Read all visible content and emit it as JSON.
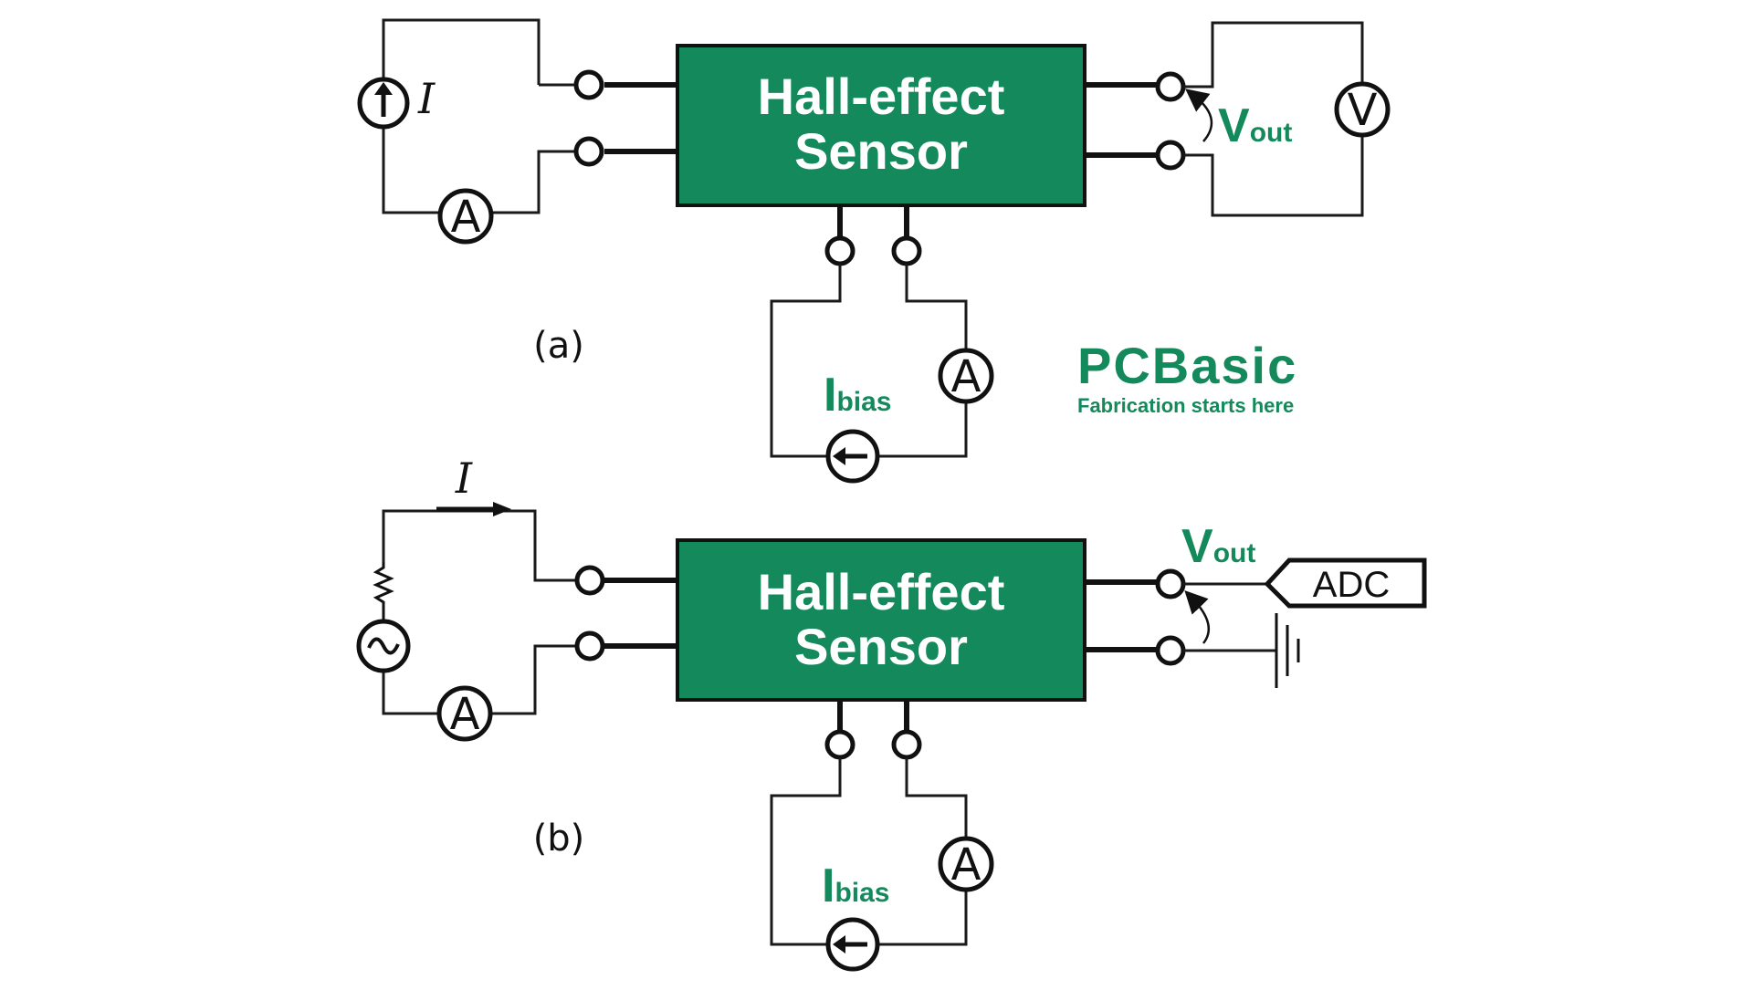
{
  "colors": {
    "brand_green": "#148a5c",
    "line": "#111111",
    "background": "#ffffff"
  },
  "circuit_a": {
    "sensor_line1": "Hall-effect",
    "sensor_line2": "Sensor",
    "current_label": "I",
    "ammeter_label": "A",
    "voltmeter_label": "V",
    "vout_main": "V",
    "vout_sub": "out",
    "ibias_main": "I",
    "ibias_sub": "bias",
    "bias_ammeter_label": "A",
    "caption": "(a)"
  },
  "circuit_b": {
    "sensor_line1": "Hall-effect",
    "sensor_line2": "Sensor",
    "current_label": "I",
    "ammeter_label": "A",
    "vout_main": "V",
    "vout_sub": "out",
    "adc_label": "ADC",
    "ibias_main": "I",
    "ibias_sub": "bias",
    "bias_ammeter_label": "A",
    "caption": "(b)"
  },
  "logo": {
    "brand": "PCBasic",
    "tagline": "Fabrication starts here"
  },
  "icons": {
    "current_source": "current-source-arrow-icon",
    "ac_source": "ac-source-icon",
    "resistor": "resistor-icon",
    "ground": "ground-icon"
  }
}
